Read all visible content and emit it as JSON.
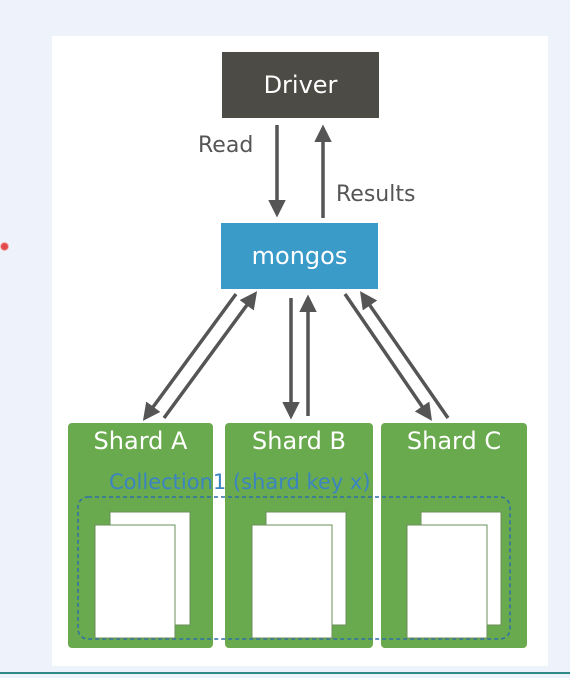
{
  "diagram": {
    "driver_label": "Driver",
    "mongos_label": "mongos",
    "read_label": "Read",
    "results_label": "Results",
    "shards": [
      {
        "label": "Shard A"
      },
      {
        "label": "Shard B"
      },
      {
        "label": "Shard C"
      }
    ],
    "collection_label": "Collection1  (shard key x)",
    "colors": {
      "driver": "#4d4b46",
      "mongos": "#3a9bc9",
      "shard": "#6aaa4f",
      "arrow": "#555555",
      "collection_outline": "#2f6fa8"
    }
  }
}
